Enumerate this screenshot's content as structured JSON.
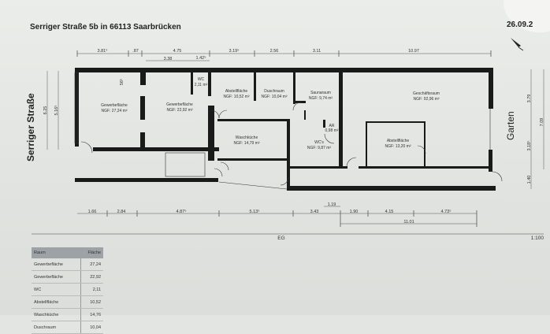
{
  "title": "Serriger Straße 5b in 66113 Saarbrücken",
  "date": "26.09.2",
  "labels": {
    "street": "Serriger Straße",
    "garden": "Garten",
    "floor": "EG",
    "scale": "1:100"
  },
  "rooms": [
    {
      "name": "Gewerbefläche",
      "area": "NGF: 27,24 m²"
    },
    {
      "name": "Gewerbefläche",
      "area": "NGF: 22,92 m²"
    },
    {
      "name": "WC",
      "area": "2,11 m²"
    },
    {
      "name": "Abstellfläche",
      "area": "NGF: 10,52 m²"
    },
    {
      "name": "Duschraum",
      "area": "NGF: 10,04 m²"
    },
    {
      "name": "Saunaraum",
      "area": "NGF: 9,74 m²"
    },
    {
      "name": "Geschäftsraum",
      "area": "NGF: 92,96 m²"
    },
    {
      "name": "AR",
      "area": "0,98 m²"
    },
    {
      "name": "WC's",
      "area": "NGF: 9,87 m²"
    },
    {
      "name": "Waschküche",
      "area": "NGF: 14,79 m²"
    },
    {
      "name": "Abstellfläche",
      "area": "NGF: 13,20 m²"
    }
  ],
  "dimensions": {
    "top_row1": [
      "3.81⁵",
      ".87",
      "4.75",
      "3.19⁵",
      "2.56",
      "3.11",
      "10.97"
    ],
    "top_row2": [
      "3.38",
      "1.42⁵"
    ],
    "left": [
      "6.25",
      "5.16⁵",
      "56⁵"
    ],
    "right": [
      "3.79",
      "7.09",
      "3.18⁵",
      "1.40"
    ],
    "bottom_row1": [
      "1.66",
      "2.84",
      "4.87⁵",
      "5.13⁵",
      "3.43",
      "1.90",
      "4.15",
      "4.73⁵"
    ],
    "bottom_upper": "1.19",
    "bottom_row2": "11.01"
  },
  "table": {
    "headers": [
      "Raum",
      "Fläche"
    ],
    "rows": [
      [
        "Gewerbefläche",
        "27,24"
      ],
      [
        "Gewerbefläche",
        "22,92"
      ],
      [
        "WC",
        "2,11"
      ],
      [
        "Abstellfläche",
        "10,52"
      ],
      [
        "Waschküche",
        "14,76"
      ],
      [
        "Duschraum",
        "10,04"
      ]
    ]
  }
}
